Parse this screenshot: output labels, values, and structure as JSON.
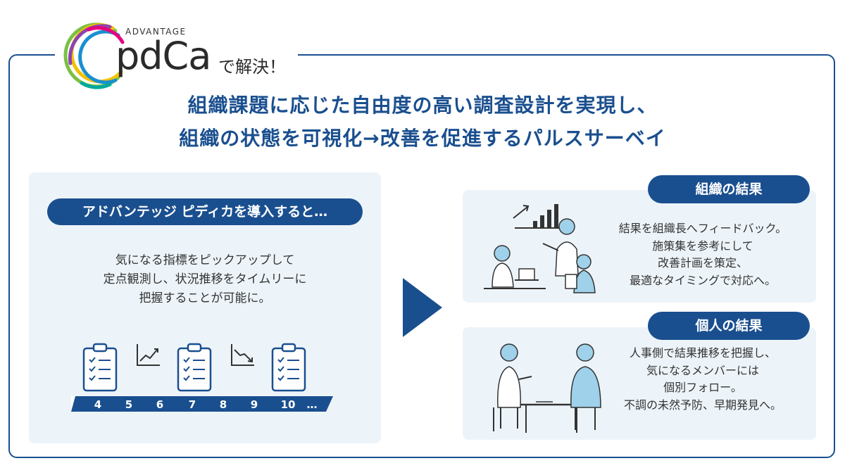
{
  "logo": {
    "brand_top": "ADVANTAGE",
    "brand_main": "pdCa",
    "tagline": "で解決！"
  },
  "headline": {
    "line1": "組織課題に応じた自由度の高い調査設計を実現し、",
    "line2": "組織の状態を可視化→改善を促進するパルスサーベイ"
  },
  "left_panel": {
    "title": "アドバンテッジ ピディカを導入すると…",
    "description": [
      "気になる指標をピックアップして",
      "定点観測し、状況推移をタイムリーに",
      "把握することが可能に。"
    ],
    "timeline_labels": [
      "4",
      "5",
      "6",
      "7",
      "8",
      "9",
      "10",
      "…"
    ]
  },
  "organization_result": {
    "title": "組織の結果",
    "description": [
      "結果を組織長へフィードバック。",
      "施策集を参考にして",
      "改善計画を策定、",
      "最適なタイミングで対応へ。"
    ]
  },
  "individual_result": {
    "title": "個人の結果",
    "description": [
      "人事側で結果推移を把握し、",
      "気になるメンバーには",
      "個別フォロー。",
      "不調の未然予防、早期発見へ。"
    ]
  },
  "colors": {
    "primary": "#1a4f8f",
    "panel_bg": "#edf4f9",
    "accent_light": "#9fd1ea"
  },
  "icons": {
    "logo": "pdca-ring-logo",
    "clipboard": "clipboard-checklist-icon",
    "trend_up": "trend-up-icon",
    "trend_down": "trend-down-icon",
    "arrow": "play-arrow-icon",
    "meeting": "team-meeting-illustration",
    "interview": "one-on-one-illustration"
  }
}
